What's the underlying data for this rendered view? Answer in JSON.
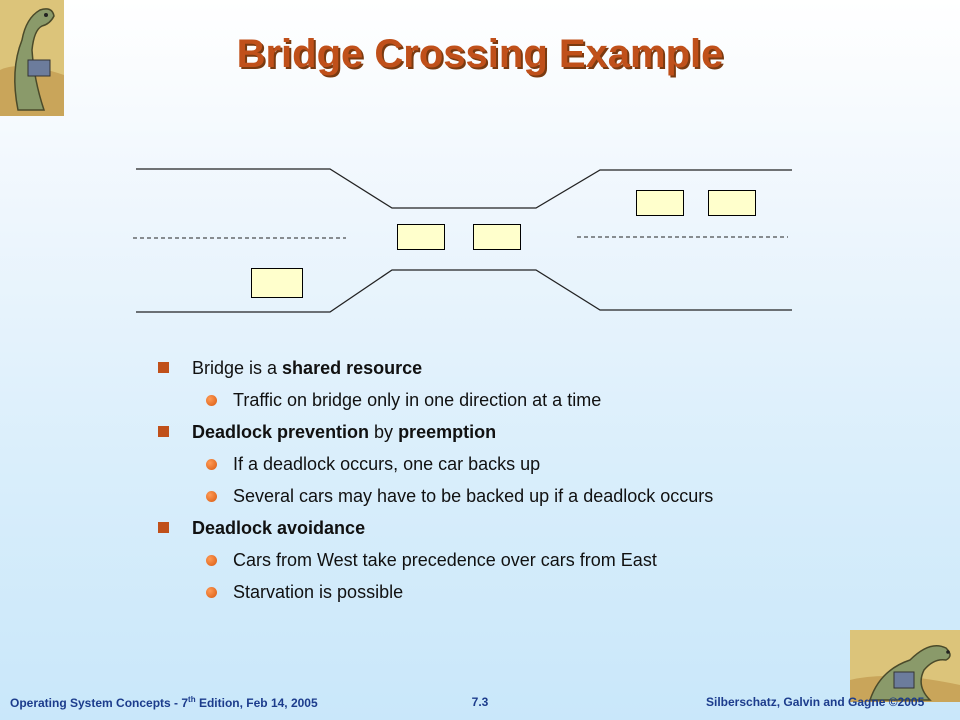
{
  "title": "Bridge Crossing Example",
  "bullets": [
    {
      "level": 1,
      "parts": [
        {
          "text": "Bridge is a ",
          "bold": false
        },
        {
          "text": "shared resource",
          "bold": true
        }
      ]
    },
    {
      "level": 2,
      "parts": [
        {
          "text": "Traffic on bridge only in one direction at a time",
          "bold": false
        }
      ]
    },
    {
      "level": 1,
      "parts": [
        {
          "text": "Deadlock prevention",
          "bold": true
        },
        {
          "text": " by ",
          "bold": false
        },
        {
          "text": "preemption",
          "bold": true
        }
      ]
    },
    {
      "level": 2,
      "parts": [
        {
          "text": "If a deadlock occurs, one car backs up",
          "bold": false
        }
      ]
    },
    {
      "level": 2,
      "parts": [
        {
          "text": "Several cars may have to be backed up if a deadlock occurs",
          "bold": false
        }
      ]
    },
    {
      "level": 1,
      "parts": [
        {
          "text": "Deadlock avoidance",
          "bold": true
        }
      ]
    },
    {
      "level": 2,
      "parts": [
        {
          "text": "Cars from West take precedence over cars from East",
          "bold": false
        }
      ]
    },
    {
      "level": 2,
      "parts": [
        {
          "text": "Starvation is possible",
          "bold": false
        }
      ]
    }
  ],
  "cars": [
    {
      "icon": "car-icon",
      "glyph": ""
    },
    {
      "icon": "car-icon",
      "glyph": ""
    },
    {
      "icon": "car-icon",
      "glyph": ""
    },
    {
      "icon": "car-icon",
      "glyph": ""
    },
    {
      "icon": "car-icon",
      "glyph": ""
    }
  ],
  "footer": {
    "left_main": "Operating System Concepts  - 7",
    "left_sup": "th",
    "left_tail": " Edition, Feb 14, 2005",
    "center": "7.3",
    "right": "Silberschatz, Galvin and Gagne ©2005"
  },
  "colors": {
    "title": "#c0501a",
    "footer": "#1c3c8c",
    "bullet": "#c0501a"
  }
}
